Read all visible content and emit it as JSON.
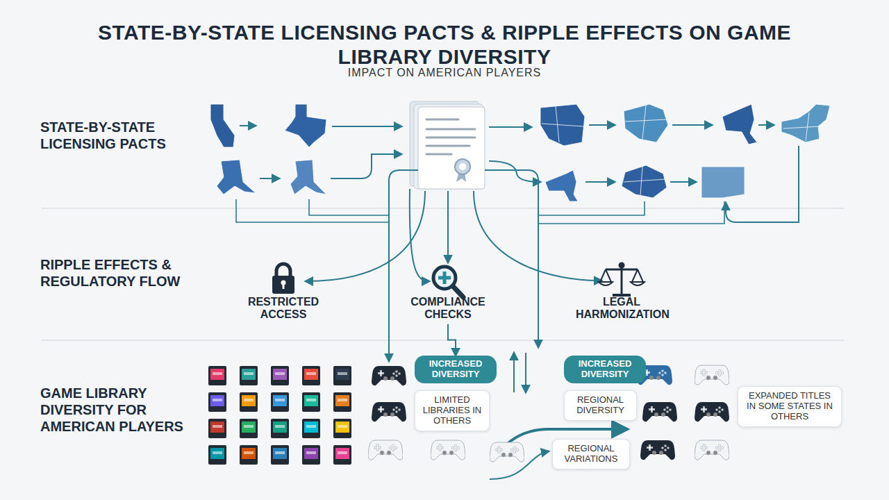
{
  "diagram": {
    "title": "STATE-BY-STATE LICENSING PACTS & RIPPLE EFFECTS ON GAME LIBRARY DIVERSITY",
    "nodes": [
      {
        "text": [
          "RESTRICTED ACCESS"
        ]
      },
      {
        "text": [
          "COMPLIANCE CHECKS"
        ]
      },
      {
        "text": [
          "LEGAL HARMONIZATION"
        ]
      },
      {
        "text": [
          "INCREASED DIVERSITY"
        ]
      },
      {
        "text": [
          "LIMITED LIBRARIES IN OTHERS"
        ]
      },
      {
        "text": [
          "INCREASED DIVERSITY"
        ]
      },
      {
        "text": [
          "REGIONAL DIVERSITY"
        ]
      },
      {
        "text": [
          "REGIONAL VARIATIONS"
        ]
      },
      {
        "text": [
          "EXPANDED TITLES IN SOME STATES IN OTHERS"
        ]
      }
    ],
    "edges": [
      {
        "from": 1,
        "to": 3,
        "arrow": "to"
      }
    ],
    "labels": [
      "IMPACT ON AMERICAN PLAYERS",
      "STATE-BY-STATE LICENSING PACTS",
      "RIPPLE EFFECTS & REGULATORY FLOW",
      "GAME LIBRARY DIVERSITY FOR AMERICAN PLAYERS"
    ]
  }
}
